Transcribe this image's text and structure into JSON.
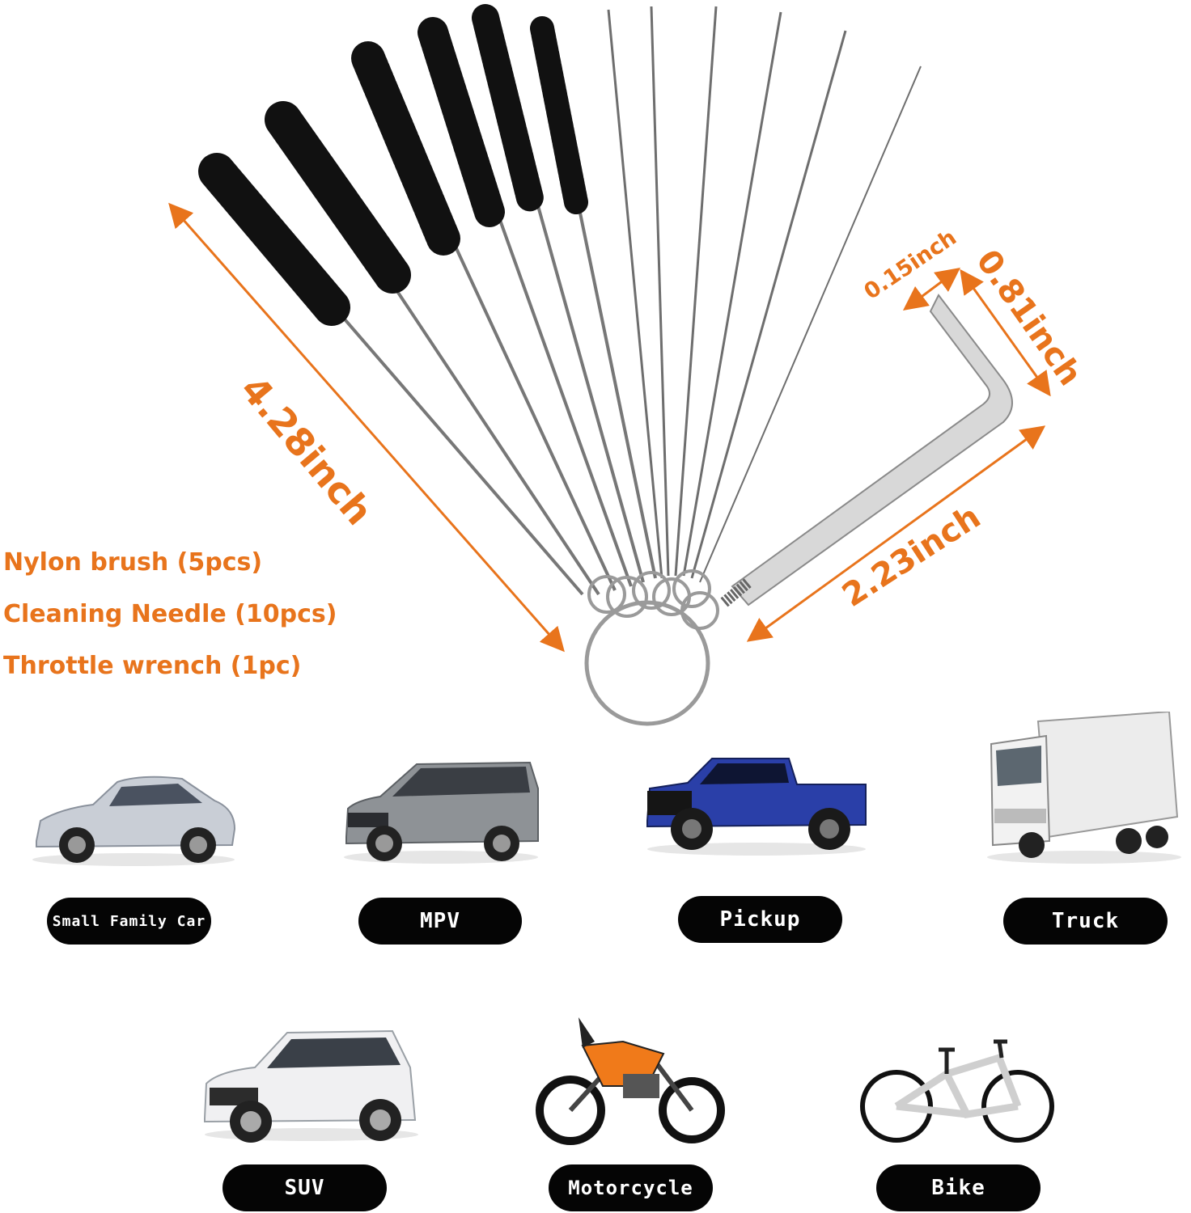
{
  "specs": {
    "nylon": "Nylon brush (5pcs)",
    "needle": "Cleaning Needle (10pcs)",
    "wrench": "Throttle wrench (1pc)"
  },
  "dimensions": {
    "length": "4.28inch",
    "hex_width": "0.15inch",
    "short_arm": "0.81inch",
    "long_arm": "2.23inch"
  },
  "vehicles": [
    {
      "label": "Small Family Car",
      "icon": "sedan-car-image"
    },
    {
      "label": "MPV",
      "icon": "mpv-van-image"
    },
    {
      "label": "Pickup",
      "icon": "pickup-truck-image"
    },
    {
      "label": "Truck",
      "icon": "box-truck-image"
    },
    {
      "label": "SUV",
      "icon": "suv-image"
    },
    {
      "label": "Motorcycle",
      "icon": "motorcycle-image"
    },
    {
      "label": "Bike",
      "icon": "bicycle-image"
    }
  ],
  "colors": {
    "accent": "#e8741c",
    "pill": "#050505"
  }
}
